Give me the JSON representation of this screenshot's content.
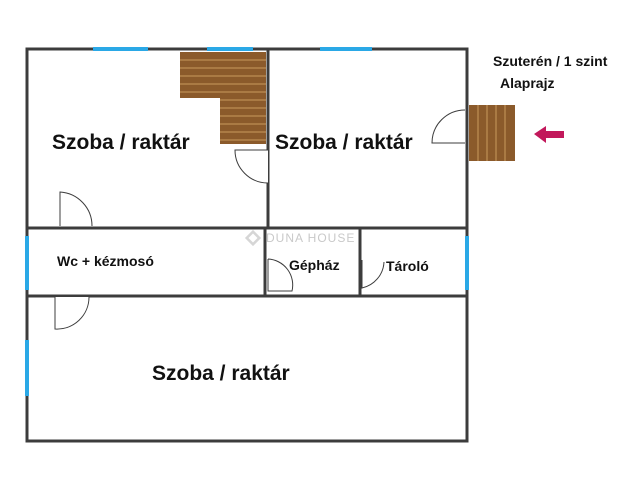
{
  "header": {
    "level": "Szuterén / 1 szint",
    "plan_title": "Alaprajz"
  },
  "rooms": {
    "room_top_left": "Szoba / raktár",
    "room_top_right": "Szoba / raktár",
    "room_wc": "Wc + kézmosó",
    "room_machine": "Gépház",
    "room_storage": "Tároló",
    "room_bottom": "Szoba / raktár"
  },
  "watermark": {
    "text": "DUNA HOUSE"
  },
  "colors": {
    "wall": "#3c3c3c",
    "window": "#2aa8e6",
    "stair": "#8b5a2b",
    "arrow": "#c2185b"
  },
  "icons": {
    "entrance": "arrow-left-icon",
    "watermark": "duna-house-logo-icon"
  }
}
